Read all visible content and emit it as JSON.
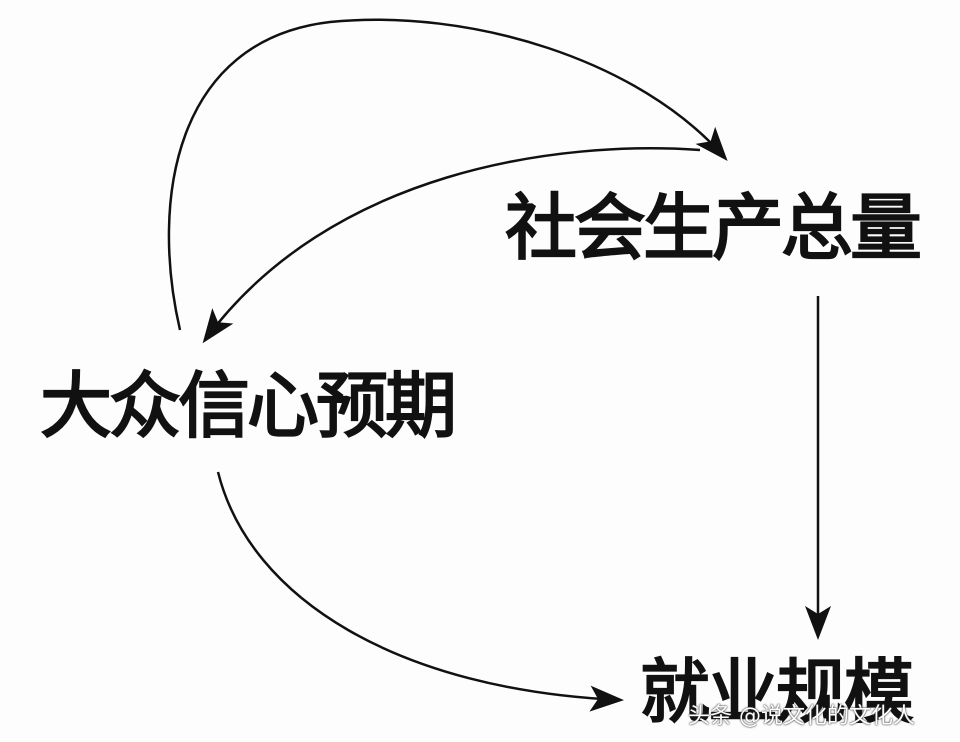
{
  "diagram": {
    "nodes": {
      "social_output": "社会生产总量",
      "public_confidence": "大众信心预期",
      "employment": "就业规模"
    },
    "stroke_color": "#111111"
  },
  "watermark": "头条 @说文化的文化人"
}
